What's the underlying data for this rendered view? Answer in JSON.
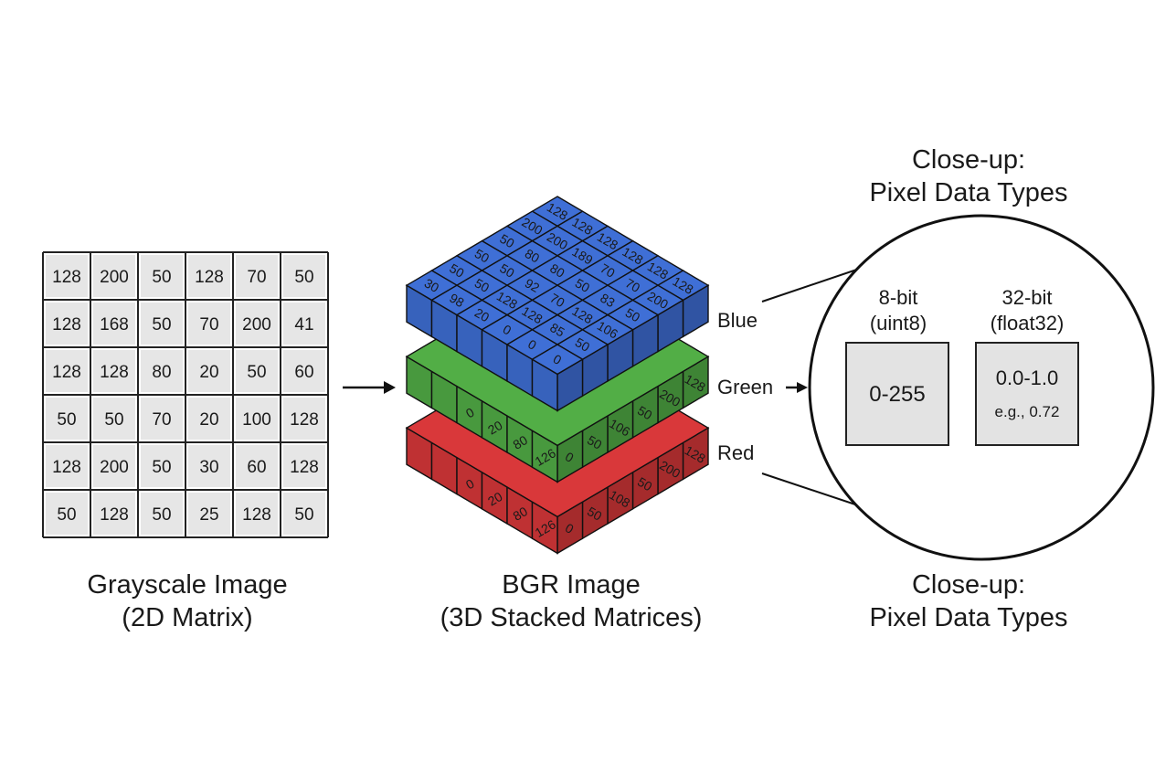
{
  "grayscale": {
    "matrix": [
      [
        "128",
        "200",
        "50",
        "128",
        "70",
        "50"
      ],
      [
        "128",
        "168",
        "50",
        "70",
        "200",
        "41"
      ],
      [
        "128",
        "128",
        "80",
        "20",
        "50",
        "60"
      ],
      [
        "50",
        "50",
        "70",
        "20",
        "100",
        "128"
      ],
      [
        "128",
        "200",
        "50",
        "30",
        "60",
        "128"
      ],
      [
        "50",
        "128",
        "50",
        "25",
        "128",
        "50"
      ]
    ],
    "caption_line1": "Grayscale Image",
    "caption_line2": "(2D Matrix)"
  },
  "bgr": {
    "caption_line1": "BGR Image",
    "caption_line2": "(3D Stacked Matrices)",
    "blue_values": [
      [
        "128",
        "200",
        "50",
        "50",
        "50",
        "30"
      ],
      [
        "128",
        "200",
        "80",
        "50",
        "50",
        "98"
      ],
      [
        "128",
        "189",
        "80",
        "92",
        "128",
        "20"
      ],
      [
        "128",
        "70",
        "50",
        "70",
        "128",
        "0"
      ],
      [
        "128",
        "70",
        "83",
        "128",
        "85",
        "0"
      ],
      [
        "128",
        "200",
        "50",
        "106",
        "50",
        "0"
      ]
    ],
    "green_side_values": [
      "128",
      "200",
      "50",
      "106",
      "50",
      "0",
      "126",
      "80",
      "20",
      "0"
    ],
    "red_side_values": [
      "128",
      "200",
      "50",
      "108",
      "50",
      "0",
      "126",
      "80",
      "20",
      "0"
    ],
    "colors": {
      "blue": "#3f6fd6",
      "green": "#52ae46",
      "red": "#d9383a"
    }
  },
  "channel_labels": {
    "blue": "Blue",
    "green": "Green",
    "red": "Red"
  },
  "closeup": {
    "title_top_line1": "Close-up:",
    "title_top_line2": "Pixel Data Types",
    "title_bottom_line1": "Close-up:",
    "title_bottom_line2": "Pixel Data Types",
    "box8": {
      "label_line1": "8-bit",
      "label_line2": "(uint8)",
      "value": "0-255"
    },
    "box32": {
      "label_line1": "32-bit",
      "label_line2": "(float32)",
      "value": "0.0-1.0",
      "example": "e.g., 0.72"
    }
  }
}
